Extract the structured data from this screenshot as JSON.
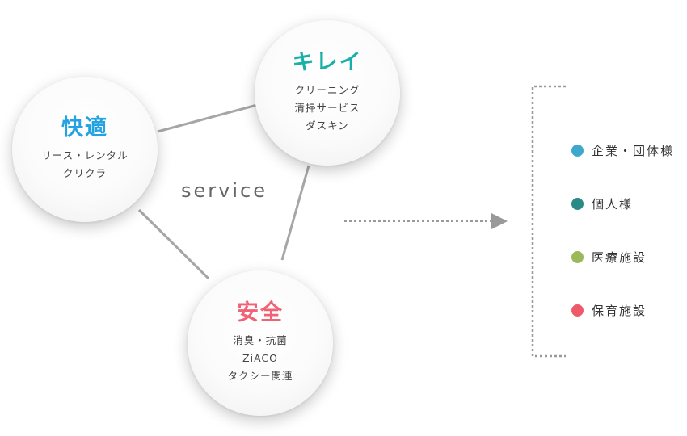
{
  "service_label": "service",
  "circles": {
    "comfort": {
      "title": "快適",
      "color": "#23a3e2",
      "items": [
        "リース・レンタル",
        "クリクラ"
      ]
    },
    "clean": {
      "title": "キレイ",
      "color": "#19b0a9",
      "items": [
        "クリーニング",
        "清掃サービス",
        "ダスキン"
      ]
    },
    "safety": {
      "title": "安全",
      "color": "#f06377",
      "items": [
        "消臭・抗菌",
        "ZiACO",
        "タクシー関連"
      ]
    }
  },
  "targets": [
    {
      "label": "企業・団体様",
      "color": "#3ea7cc"
    },
    {
      "label": "個人様",
      "color": "#2a8a86"
    },
    {
      "label": "医療施設",
      "color": "#9bb85a"
    },
    {
      "label": "保育施設",
      "color": "#ee5a6a"
    }
  ]
}
